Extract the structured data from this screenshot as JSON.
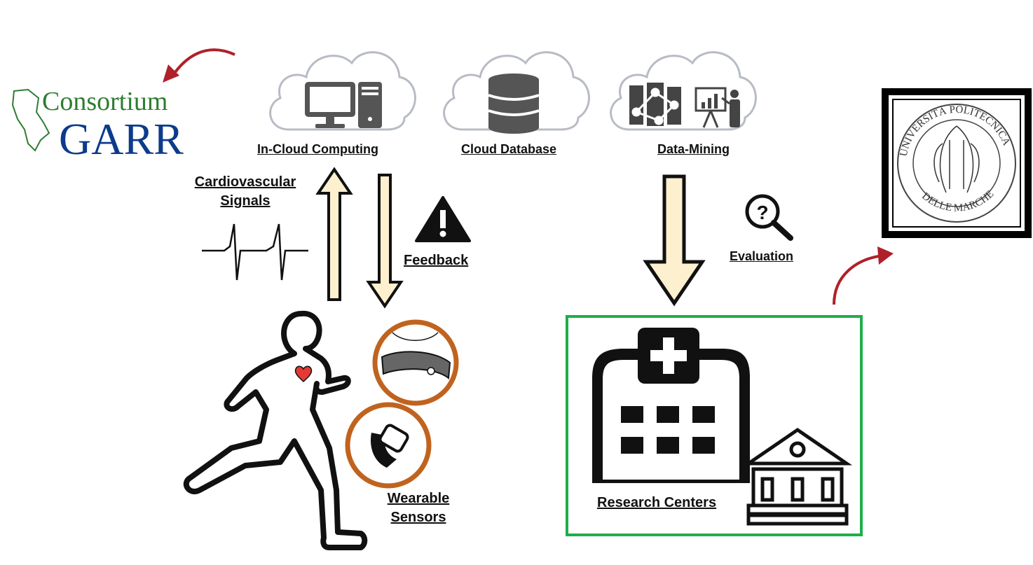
{
  "logos": {
    "garr_line1": "Consortium",
    "garr_line2": "GARR",
    "univpm_top": "UNIVERSITÀ POLITECNICA",
    "univpm_bottom": "DELLE MARCHE"
  },
  "clouds": [
    {
      "label": "In-Cloud Computing"
    },
    {
      "label": "Cloud Database"
    },
    {
      "label": "Data-Mining"
    }
  ],
  "labels": {
    "signals_line1": "Cardiovascular",
    "signals_line2": "Signals",
    "feedback": "Feedback",
    "evaluation": "Evaluation",
    "sensors_line1": "Wearable",
    "sensors_line2": "Sensors",
    "research": "Research Centers"
  },
  "colors": {
    "arrow_fill": "#fdf0cf",
    "sensor_ring": "#c0631e",
    "research_box": "#1fae4a",
    "logo_arrow": "#b0202a",
    "garr_green": "#2e7d32",
    "garr_blue": "#0d3b8c"
  }
}
